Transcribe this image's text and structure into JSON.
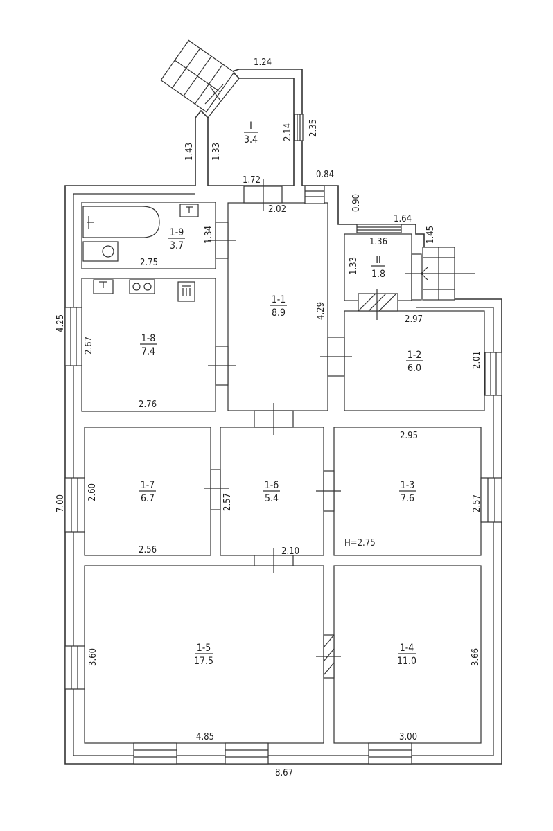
{
  "rooms": [
    {
      "id": "I",
      "area": "3.4"
    },
    {
      "id": "II",
      "area": "1.8"
    },
    {
      "id": "1-1",
      "area": "8.9"
    },
    {
      "id": "1-2",
      "area": "6.0"
    },
    {
      "id": "1-3",
      "area": "7.6"
    },
    {
      "id": "1-4",
      "area": "11.0"
    },
    {
      "id": "1-5",
      "area": "17.5"
    },
    {
      "id": "1-6",
      "area": "5.4"
    },
    {
      "id": "1-7",
      "area": "6.7"
    },
    {
      "id": "1-8",
      "area": "7.4"
    },
    {
      "id": "1-9",
      "area": "3.7"
    }
  ],
  "dimensions": {
    "d124": "1.24",
    "d235": "2.35",
    "d214": "2.14",
    "d143": "1.43",
    "d133a": "1.33",
    "d172": "1.72",
    "d084": "0.84",
    "d202": "2.02",
    "d090": "0.90",
    "d164": "1.64",
    "d145": "1.45",
    "d136": "1.36",
    "d133b": "1.33",
    "d134": "1.34",
    "d275": "2.75",
    "d429": "4.29",
    "d297": "2.97",
    "d425": "4.25",
    "d267": "2.67",
    "d201": "2.01",
    "d276": "2.76",
    "d295": "2.95",
    "d260": "2.60",
    "d257a": "2.57",
    "d257b": "2.57",
    "d700": "7.00",
    "d256": "2.56",
    "d210": "2.10",
    "h275": "H=2.75",
    "d360": "3.60",
    "d366": "3.66",
    "d485": "4.85",
    "d300": "3.00",
    "d867": "8.67"
  }
}
